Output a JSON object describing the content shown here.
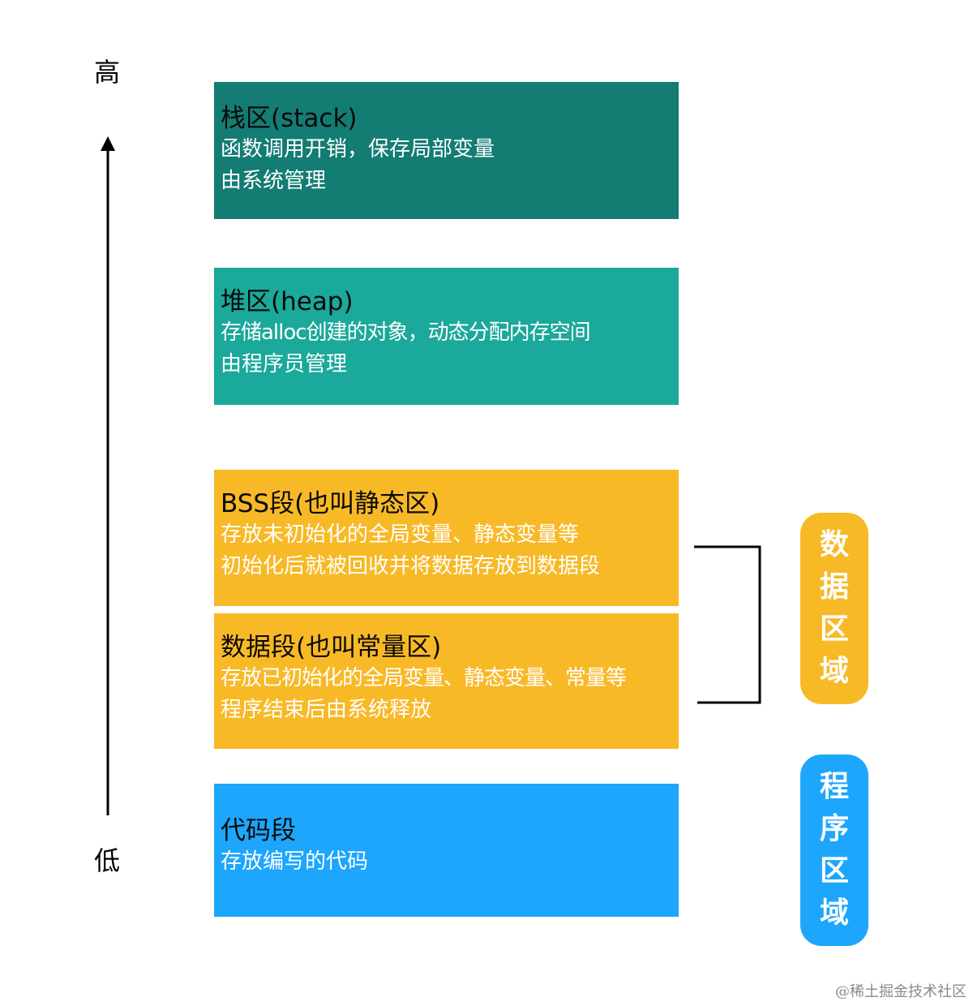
{
  "axis": {
    "high": "高",
    "low": "低"
  },
  "regions": {
    "stack": {
      "title": "栈区(stack)",
      "lines": [
        "函数调用开销，保存局部变量",
        "由系统管理"
      ]
    },
    "heap": {
      "title": "堆区(heap)",
      "lines": [
        "存储alloc创建的对象，动态分配内存空间",
        "由程序员管理"
      ]
    },
    "bss": {
      "title": "BSS段(也叫静态区)",
      "lines": [
        "存放未初始化的全局变量、静态变量等",
        "初始化后就被回收并将数据存放到数据段"
      ]
    },
    "data": {
      "title": "数据段(也叫常量区)",
      "lines": [
        "存放已初始化的全局变量、静态变量、常量等",
        "程序结束后由系统释放"
      ]
    },
    "code": {
      "title": "代码段",
      "lines": [
        "存放编写的代码"
      ]
    }
  },
  "groups": {
    "data_area": {
      "chars": [
        "数",
        "据",
        "区",
        "域"
      ]
    },
    "program_area": {
      "chars": [
        "程",
        "序",
        "区",
        "域"
      ]
    }
  },
  "watermark": "@稀土掘金技术社区",
  "colors": {
    "stack": "#137c73",
    "heap": "#1aa99a",
    "data_segments": "#f8b927",
    "code": "#1da6fc",
    "growth_arrow": "#d13a4a"
  }
}
